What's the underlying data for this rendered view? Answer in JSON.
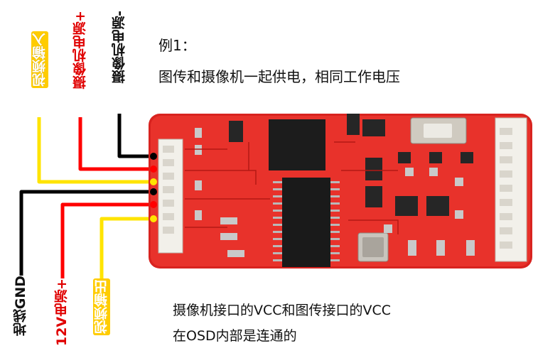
{
  "top_labels": {
    "video_in": "视频输入",
    "cam_power_plus": "摄像机电源+",
    "cam_power_minus": "摄像机电源-"
  },
  "bottom_labels": {
    "ground": "地线GND",
    "power_12v": "12V电源+",
    "video_out": "视频输出"
  },
  "example": {
    "title": "例1：",
    "description": "图传和摄像机一起供电，相同工作电压"
  },
  "footer_note": {
    "line1": "摄像机接口的VCC和图传接口的VCC",
    "line2": "在OSD内部是连通的"
  },
  "colors": {
    "board": "#e8322b",
    "wire_yellow": "#ffe400",
    "wire_red": "#ff0000",
    "wire_black": "#000000"
  }
}
